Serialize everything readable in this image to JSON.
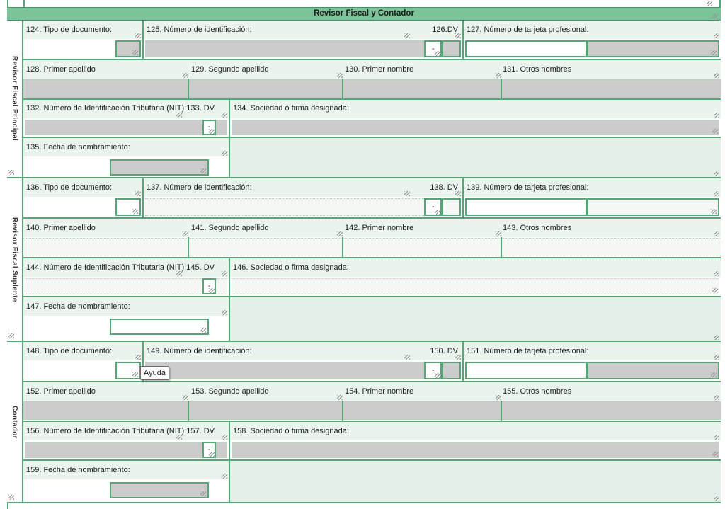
{
  "header": {
    "title": "Revisor Fiscal y Contador"
  },
  "tooltip": {
    "text": "Ayuda"
  },
  "colors": {
    "header_green": "#7cc399",
    "border_green": "#57a677",
    "label_bg": "#eaf4ed",
    "empty_bg": "#e3f0e7",
    "input_gray": "#cccccc",
    "input_light": "#f4f7f3"
  },
  "sections": [
    {
      "side_label": "Revisor Fiscal Principal",
      "dash": "-",
      "fields": {
        "tipo_doc": "124. Tipo de documento:",
        "num_id": "125. Número de identificación:",
        "dv1": "126.DV",
        "tarjeta": "127. Número de tarjeta profesional:",
        "primer_apellido": "128. Primer apellido",
        "segundo_apellido": "129. Segundo apellido",
        "primer_nombre": "130. Primer nombre",
        "otros_nombres": "131. Otros nombres",
        "nit": "132. Número de Identificación Tributaria (NIT):",
        "dv2": "133. DV",
        "sociedad": "134. Sociedad o firma designada:",
        "fecha": "135. Fecha de nombramiento:"
      }
    },
    {
      "side_label": "Revisor Fiscal Suplente",
      "dash": "-",
      "fields": {
        "tipo_doc": "136. Tipo de documento:",
        "num_id": "137. Número de identificación:",
        "dv1": "138. DV",
        "tarjeta": "139. Número de tarjeta profesional:",
        "primer_apellido": "140. Primer apellido",
        "segundo_apellido": "141. Segundo apellido",
        "primer_nombre": "142. Primer nombre",
        "otros_nombres": "143. Otros nombres",
        "nit": "144. Número de Identificación Tributaria (NIT):",
        "dv2": "145. DV",
        "sociedad": "146. Sociedad o firma designada:",
        "fecha": "147. Fecha de nombramiento:"
      }
    },
    {
      "side_label": "Contador",
      "dash": "-",
      "fields": {
        "tipo_doc": "148. Tipo de documento:",
        "num_id": "149. Número de identificación:",
        "dv1": "150. DV",
        "tarjeta": "151. Número de tarjeta profesional:",
        "primer_apellido": "152. Primer apellido",
        "segundo_apellido": "153. Segundo apellido",
        "primer_nombre": "154. Primer nombre",
        "otros_nombres": "155. Otros nombres",
        "nit": "156. Número de Identificación Tributaria (NIT):",
        "dv2": "157. DV",
        "sociedad": "158. Sociedad o firma designada:",
        "fecha": "159. Fecha de nombramiento:"
      }
    }
  ]
}
